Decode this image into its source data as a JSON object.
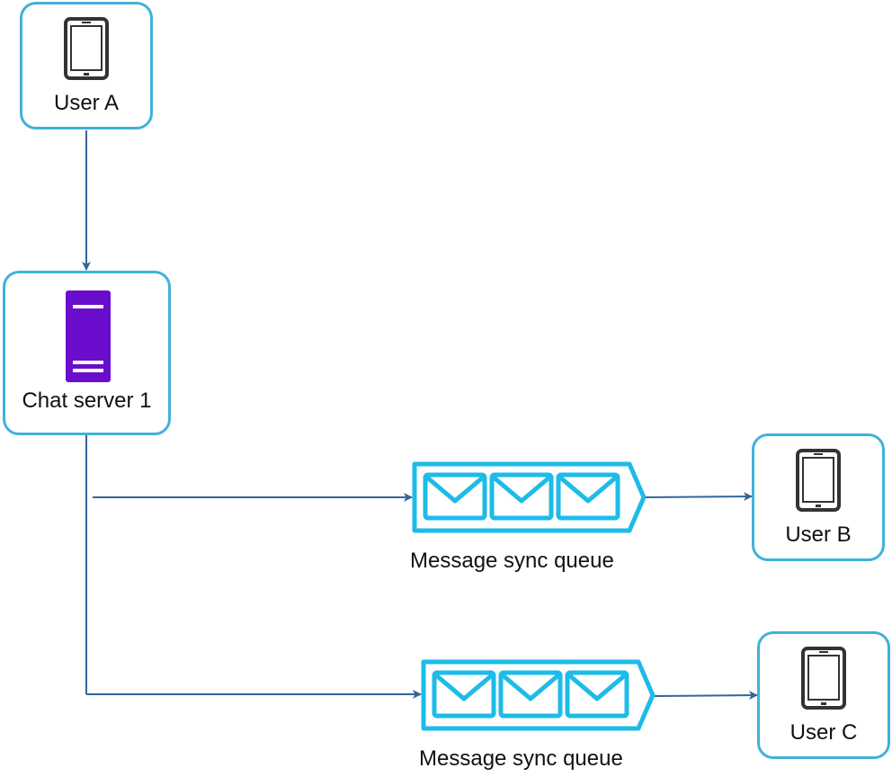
{
  "nodes": {
    "user_a": {
      "label": "User A"
    },
    "chat_server": {
      "label": "Chat server 1"
    },
    "user_b": {
      "label": "User B"
    },
    "user_c": {
      "label": "User C"
    }
  },
  "queues": [
    {
      "label": "Message sync queue"
    },
    {
      "label": "Message sync queue"
    }
  ],
  "colors": {
    "node_border": "#3fb2d9",
    "arrow": "#336699",
    "queue": "#1ebbe8",
    "server": "#6a0dcc",
    "phone": "#333333"
  },
  "icons": {
    "user_device": "smartphone-icon",
    "server": "server-icon",
    "queue_message": "envelope-icon"
  }
}
